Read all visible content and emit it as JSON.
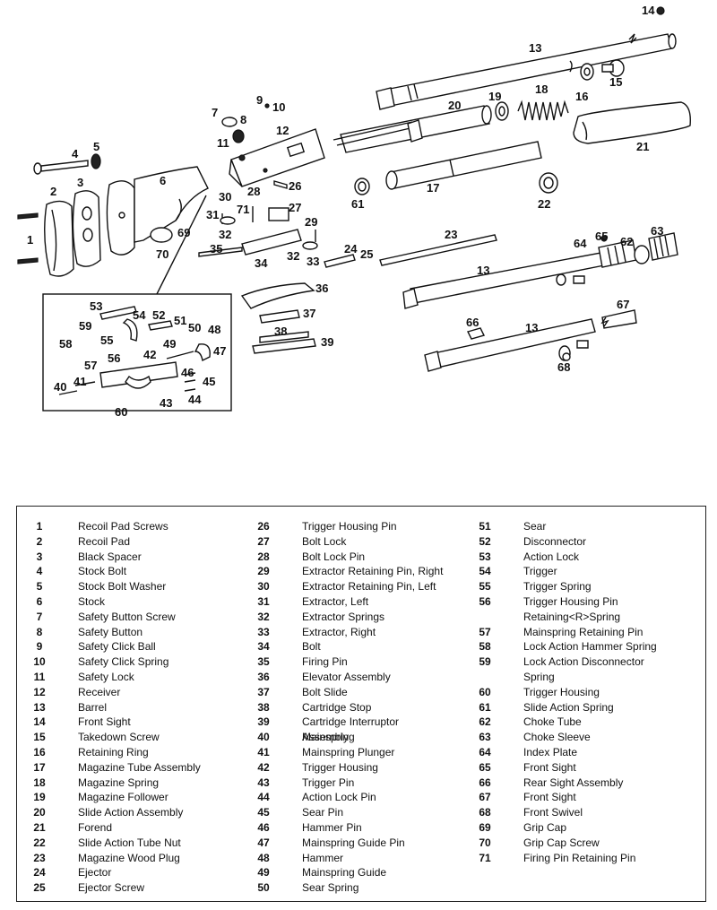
{
  "parts": [
    {
      "n": "1",
      "name": "Recoil Pad Screws"
    },
    {
      "n": "2",
      "name": "Recoil Pad"
    },
    {
      "n": "3",
      "name": "Black Spacer"
    },
    {
      "n": "4",
      "name": "Stock Bolt"
    },
    {
      "n": "5",
      "name": "Stock Bolt Washer"
    },
    {
      "n": "6",
      "name": "Stock"
    },
    {
      "n": "7",
      "name": "Safety Button Screw"
    },
    {
      "n": "8",
      "name": "Safety Button"
    },
    {
      "n": "9",
      "name": "Safety Click Ball"
    },
    {
      "n": "10",
      "name": "Safety Click Spring"
    },
    {
      "n": "11",
      "name": "Safety Lock"
    },
    {
      "n": "12",
      "name": "Receiver"
    },
    {
      "n": "13",
      "name": "Barrel"
    },
    {
      "n": "14",
      "name": "Front Sight"
    },
    {
      "n": "15",
      "name": "Takedown Screw"
    },
    {
      "n": "16",
      "name": "Retaining Ring"
    },
    {
      "n": "17",
      "name": "Magazine Tube Assembly"
    },
    {
      "n": "18",
      "name": "Magazine Spring"
    },
    {
      "n": "19",
      "name": "Magazine Follower"
    },
    {
      "n": "20",
      "name": "Slide Action Assembly"
    },
    {
      "n": "21",
      "name": "Forend"
    },
    {
      "n": "22",
      "name": "Slide Action Tube Nut"
    },
    {
      "n": "23",
      "name": "Magazine Wood Plug"
    },
    {
      "n": "24",
      "name": "Ejector"
    },
    {
      "n": "25",
      "name": "Ejector Screw"
    },
    {
      "n": "26",
      "name": "Trigger Housing Pin"
    },
    {
      "n": "27",
      "name": "Bolt Lock"
    },
    {
      "n": "28",
      "name": "Bolt Lock Pin"
    },
    {
      "n": "29",
      "name": "Extractor Retaining Pin, Right"
    },
    {
      "n": "30",
      "name": "Extractor Retaining Pin, Left"
    },
    {
      "n": "31",
      "name": "Extractor, Left"
    },
    {
      "n": "32",
      "name": "Extractor Springs"
    },
    {
      "n": "33",
      "name": "Extractor, Right"
    },
    {
      "n": "34",
      "name": "Bolt"
    },
    {
      "n": "35",
      "name": "Firing Pin"
    },
    {
      "n": "36",
      "name": "Elevator Assembly"
    },
    {
      "n": "37",
      "name": "Bolt Slide"
    },
    {
      "n": "38",
      "name": "Cartridge Stop"
    },
    {
      "n": "39",
      "name": "Cartridge Interruptor Assembly"
    },
    {
      "n": "40",
      "name": "Mainspring"
    },
    {
      "n": "41",
      "name": "Mainspring Plunger"
    },
    {
      "n": "42",
      "name": "Trigger Housing"
    },
    {
      "n": "43",
      "name": "Trigger Pin"
    },
    {
      "n": "44",
      "name": "Action Lock Pin"
    },
    {
      "n": "45",
      "name": "Sear Pin"
    },
    {
      "n": "46",
      "name": "Hammer Pin"
    },
    {
      "n": "47",
      "name": "Mainspring Guide Pin"
    },
    {
      "n": "48",
      "name": "Hammer"
    },
    {
      "n": "49",
      "name": "Mainspring Guide"
    },
    {
      "n": "50",
      "name": "Sear Spring"
    },
    {
      "n": "51",
      "name": "Sear"
    },
    {
      "n": "52",
      "name": "Disconnector"
    },
    {
      "n": "53",
      "name": "Action Lock"
    },
    {
      "n": "54",
      "name": "Trigger"
    },
    {
      "n": "55",
      "name": "Trigger Spring"
    },
    {
      "n": "56",
      "name": "Trigger Housing Pin Retaining<R>Spring"
    },
    {
      "n": "57",
      "name": "Mainspring Retaining Pin"
    },
    {
      "n": "58",
      "name": "Lock Action Hammer Spring"
    },
    {
      "n": "59",
      "name": "Lock Action Disconnector Spring"
    },
    {
      "n": "60",
      "name": "Trigger Housing"
    },
    {
      "n": "61",
      "name": "Slide Action Spring"
    },
    {
      "n": "62",
      "name": "Choke Tube"
    },
    {
      "n": "63",
      "name": "Choke Sleeve"
    },
    {
      "n": "64",
      "name": "Index Plate"
    },
    {
      "n": "65",
      "name": "Front Sight"
    },
    {
      "n": "66",
      "name": "Rear Sight Assembly"
    },
    {
      "n": "67",
      "name": "Front Sight"
    },
    {
      "n": "68",
      "name": "Front Swivel"
    },
    {
      "n": "69",
      "name": "Grip Cap"
    },
    {
      "n": "70",
      "name": "Grip Cap Screw"
    },
    {
      "n": "71",
      "name": "Firing Pin Retaining Pin"
    }
  ],
  "callouts": [
    {
      "t": "1"
    },
    {
      "t": "2"
    },
    {
      "t": "3"
    },
    {
      "t": "4"
    },
    {
      "t": "5"
    },
    {
      "t": "6"
    },
    {
      "t": "7"
    },
    {
      "t": "8"
    },
    {
      "t": "9"
    },
    {
      "t": "10"
    },
    {
      "t": "11"
    },
    {
      "t": "12"
    },
    {
      "t": "13"
    },
    {
      "t": "14"
    },
    {
      "t": "15"
    },
    {
      "t": "16"
    },
    {
      "t": "17"
    },
    {
      "t": "18"
    },
    {
      "t": "19"
    },
    {
      "t": "20"
    },
    {
      "t": "21"
    },
    {
      "t": "22"
    },
    {
      "t": "61"
    },
    {
      "t": "26"
    },
    {
      "t": "30"
    },
    {
      "t": "28"
    },
    {
      "t": "71"
    },
    {
      "t": "27"
    },
    {
      "t": "31"
    },
    {
      "t": "32"
    },
    {
      "t": "29"
    },
    {
      "t": "35"
    },
    {
      "t": "34"
    },
    {
      "t": "32"
    },
    {
      "t": "33"
    },
    {
      "t": "24"
    },
    {
      "t": "25"
    },
    {
      "t": "69"
    },
    {
      "t": "70"
    },
    {
      "t": "23"
    },
    {
      "t": "64"
    },
    {
      "t": "65"
    },
    {
      "t": "62"
    },
    {
      "t": "63"
    },
    {
      "t": "13"
    },
    {
      "t": "36"
    },
    {
      "t": "37"
    },
    {
      "t": "38"
    },
    {
      "t": "39"
    },
    {
      "t": "66"
    },
    {
      "t": "13"
    },
    {
      "t": "67"
    },
    {
      "t": "68"
    },
    {
      "t": "53"
    },
    {
      "t": "54"
    },
    {
      "t": "52"
    },
    {
      "t": "51"
    },
    {
      "t": "50"
    },
    {
      "t": "59"
    },
    {
      "t": "55"
    },
    {
      "t": "48"
    },
    {
      "t": "58"
    },
    {
      "t": "49"
    },
    {
      "t": "47"
    },
    {
      "t": "56"
    },
    {
      "t": "42"
    },
    {
      "t": "57"
    },
    {
      "t": "46"
    },
    {
      "t": "40"
    },
    {
      "t": "41"
    },
    {
      "t": "45"
    },
    {
      "t": "43"
    },
    {
      "t": "44"
    },
    {
      "t": "60"
    }
  ]
}
